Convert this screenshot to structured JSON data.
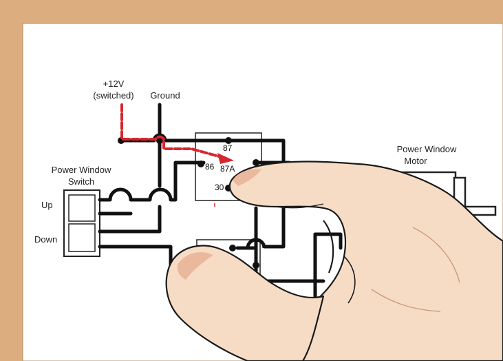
{
  "labels": {
    "supply_voltage": "+12V",
    "supply_type": "(switched)",
    "ground": "Ground",
    "switch_title_1": "Power Window",
    "switch_title_2": "Switch",
    "switch_up": "Up",
    "switch_down": "Down",
    "motor_title_1": "Power Window",
    "motor_title_2": "Motor"
  },
  "relay_pins": {
    "pin_87": "87",
    "pin_86": "86",
    "pin_87a": "87A",
    "pin_30": "30"
  },
  "colors": {
    "frame": "#dcae7f",
    "paper": "#ffffff",
    "wire": "#111111",
    "highlight_path": "#d7262e",
    "skin": "#f7dcc5",
    "skin_shade": "#eab89c"
  }
}
